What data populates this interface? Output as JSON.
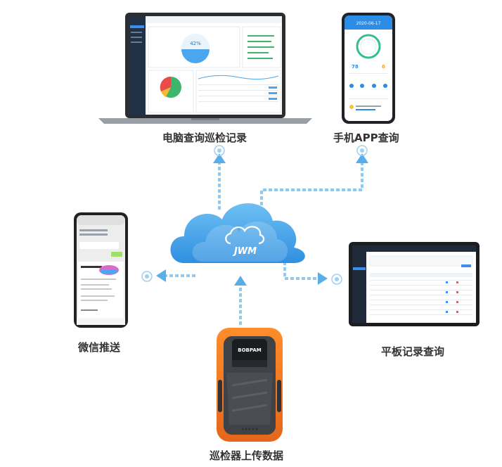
{
  "captions": {
    "pc": "电脑查询巡检记录",
    "app": "手机APP查询",
    "wechat": "微信推送",
    "tablet": "平板记录查询",
    "device": "巡检器上传数据"
  },
  "cloud": {
    "logo_text": "JWM"
  },
  "phone_app": {
    "date": "2020-06-17",
    "stat_left": "78",
    "stat_right": "6"
  },
  "laptop": {
    "gauge_percent": "42%"
  },
  "device": {
    "brand": "BOBPAM"
  },
  "colors": {
    "arrow": "#5aaee8",
    "cloud": "#3b9be6",
    "device_orange": "#f07a1e"
  }
}
